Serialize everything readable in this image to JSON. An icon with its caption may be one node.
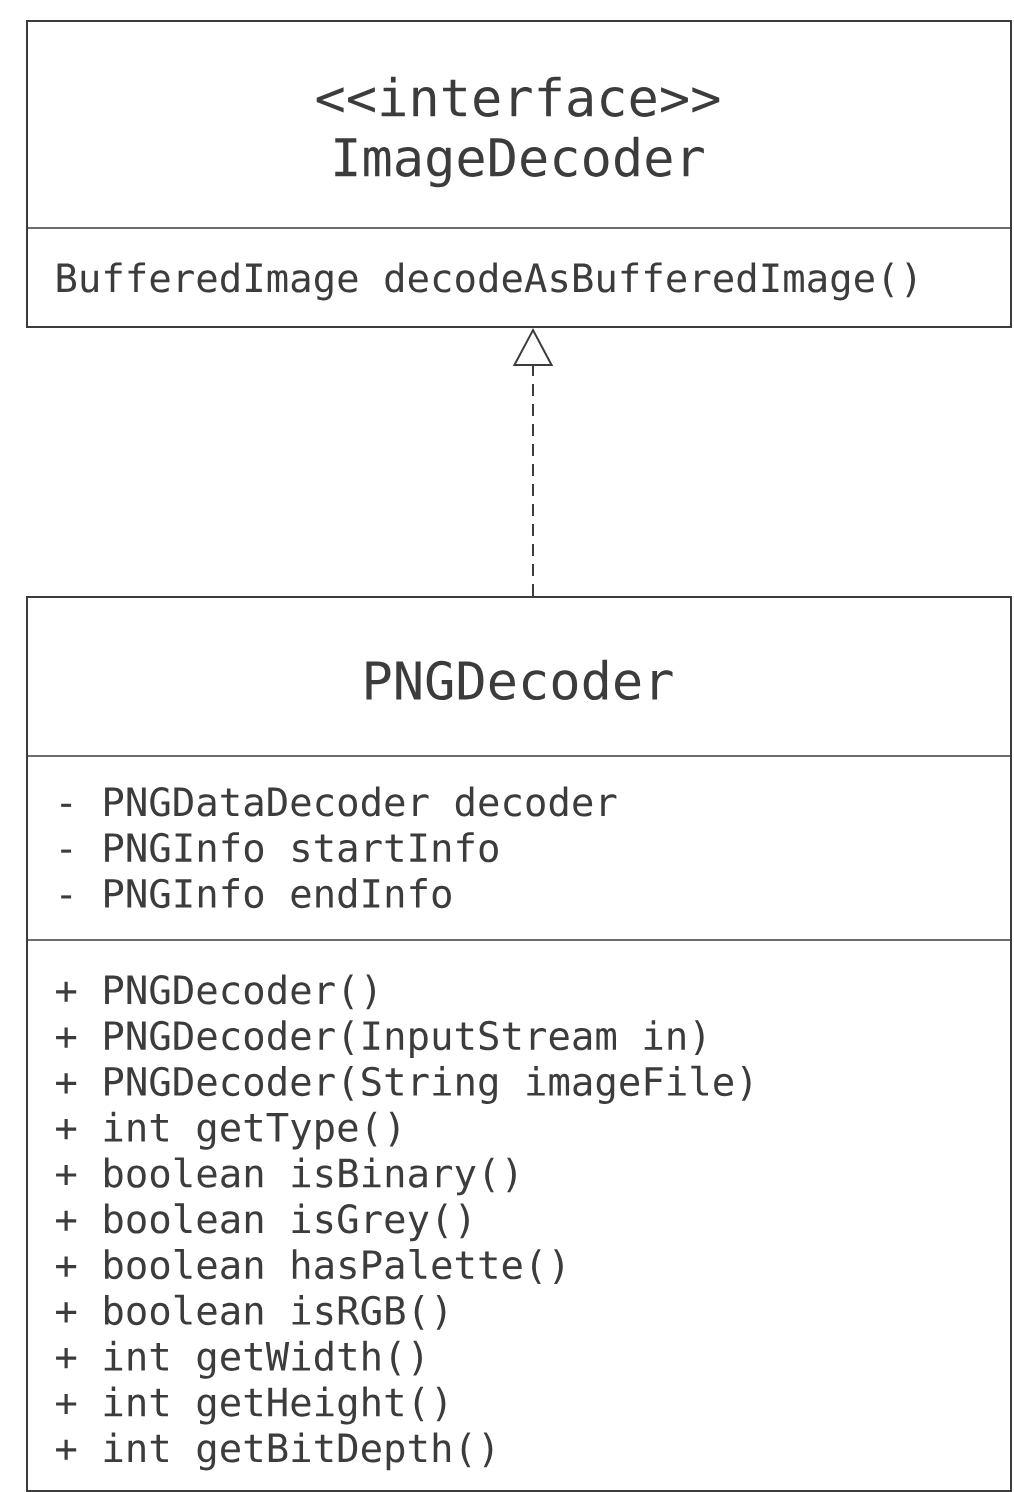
{
  "diagram": {
    "nodes": [
      {
        "text": [
          "<<interface>> ImageDecoder",
          "BufferedImage decodeAsBufferedImage()"
        ]
      },
      {
        "text": [
          "PNGDecoder",
          "- PNGDataDecoder decoder",
          "- PNGInfo startInfo",
          "- PNGInfo endInfo",
          "+ PNGDecoder()",
          "+ PNGDecoder(InputStream in)",
          "+ PNGDecoder(String imageFile)",
          "+ int getType()",
          "+ boolean isBinary()",
          "+ boolean isGrey()",
          "+ boolean hasPalette()",
          "+ boolean isRGB()",
          "+ int getWidth()",
          "+ int getHeight()",
          "+ int getBitDepth()"
        ]
      }
    ],
    "edges": [
      {
        "from": 1,
        "to": 0,
        "arrow": "to",
        "style": "dashed"
      }
    ]
  }
}
